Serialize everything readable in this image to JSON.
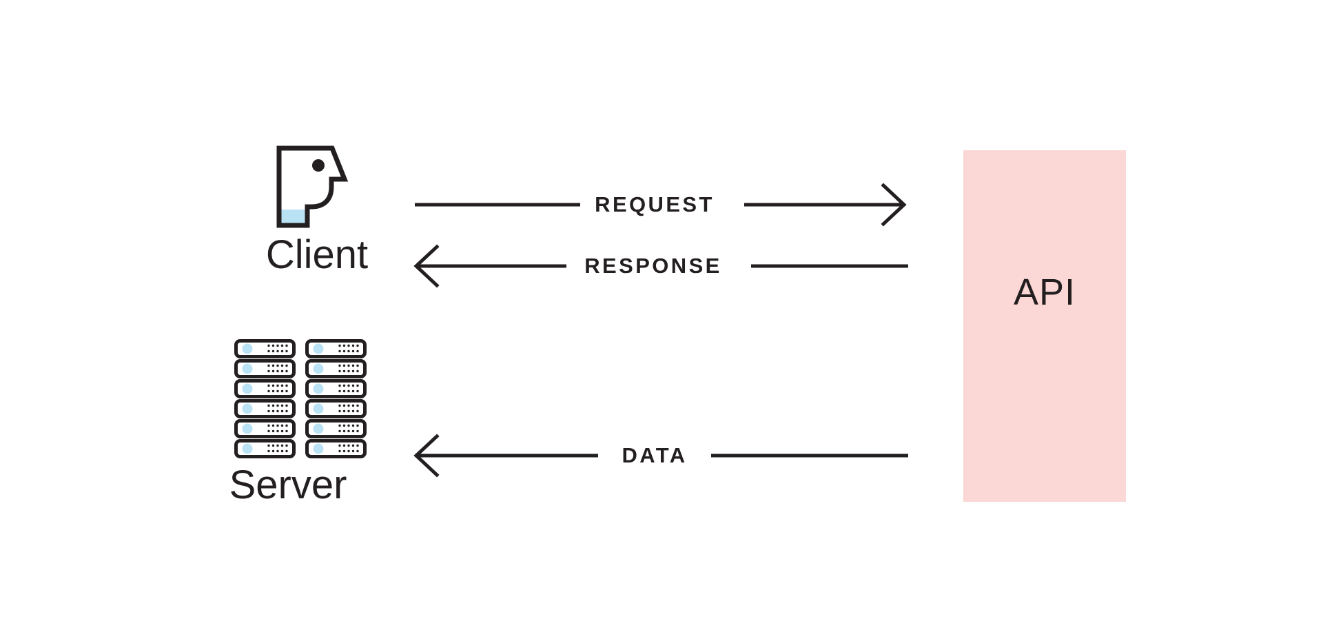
{
  "diagram": {
    "title": "Client Server API request response data flow",
    "background_color": "#ffffff",
    "ink_color": "#231f20",
    "accent_blue": "#b9e2f5",
    "accent_pink": "#fbd7d5"
  },
  "nodes": {
    "client": {
      "label": "Client",
      "icon": "person-head-profile-icon"
    },
    "server": {
      "label": "Server",
      "icon": "server-rack-icon",
      "rack_columns": 2,
      "rack_rows": 6
    },
    "api": {
      "label": "API",
      "fill_color": "#fbd7d5"
    }
  },
  "flows": [
    {
      "label": "REQUEST",
      "from": "Client",
      "to": "API",
      "direction": "right"
    },
    {
      "label": "RESPONSE",
      "from": "API",
      "to": "Client",
      "direction": "left"
    },
    {
      "label": "DATA",
      "from": "API",
      "to": "Server",
      "direction": "left"
    }
  ]
}
